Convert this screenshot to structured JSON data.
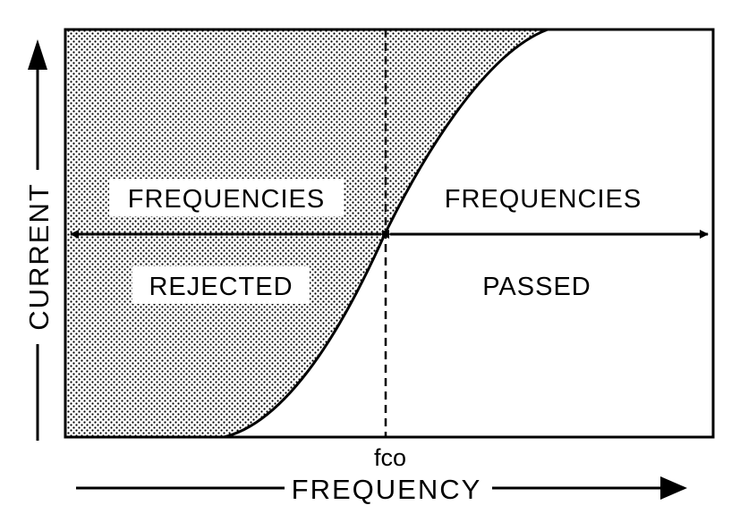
{
  "diagram": {
    "labels": {
      "rejected_top": "FREQUENCIES",
      "rejected_bottom": "REJECTED",
      "passed_top": "FREQUENCIES",
      "passed_bottom": "PASSED",
      "cutoff": "fco",
      "x_axis": "FREQUENCY",
      "y_axis": "CURRENT"
    }
  }
}
